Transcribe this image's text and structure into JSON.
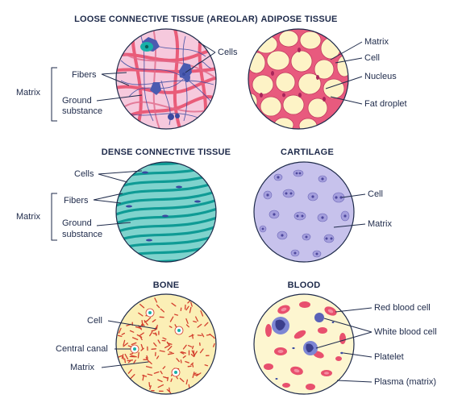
{
  "panels": {
    "loose": {
      "title": "LOOSE CONNECTIVE TISSUE (AREOLAR)",
      "cells": "Cells",
      "fibers": "Fibers",
      "ground1": "Ground",
      "ground2": "substance",
      "matrix": "Matrix"
    },
    "adipose": {
      "title": "ADIPOSE TISSUE",
      "matrix": "Matrix",
      "cell": "Cell",
      "nucleus": "Nucleus",
      "fat": "Fat droplet"
    },
    "dense": {
      "title": "DENSE CONNECTIVE TISSUE",
      "cells": "Cells",
      "fibers": "Fibers",
      "ground1": "Ground",
      "ground2": "substance",
      "matrix": "Matrix"
    },
    "cartilage": {
      "title": "CARTILAGE",
      "cell": "Cell",
      "matrix": "Matrix"
    },
    "bone": {
      "title": "BONE",
      "cell": "Cell",
      "canal": "Central canal",
      "matrix": "Matrix"
    },
    "blood": {
      "title": "BLOOD",
      "rbc": "Red blood cell",
      "wbc": "White blood cell",
      "platelet": "Platelet",
      "plasma": "Plasma (matrix)"
    }
  },
  "colors": {
    "text": "#1e2a4a",
    "loose_bg": "#f6c9dd",
    "loose_fiber": "#e8506e",
    "adipose_bg": "#e85a7e",
    "adipose_droplet": "#fdf3c6",
    "dense_bg": "#7fd3cd",
    "dense_fiber": "#0f9b95",
    "cartilage_bg": "#c7c2ec",
    "bone_bg": "#fbefb6",
    "bone_fiber": "#d4402e",
    "blood_bg": "#fdf6d0",
    "blood_rbc": "#e8506e",
    "blood_wbc": "#5a62b8"
  }
}
